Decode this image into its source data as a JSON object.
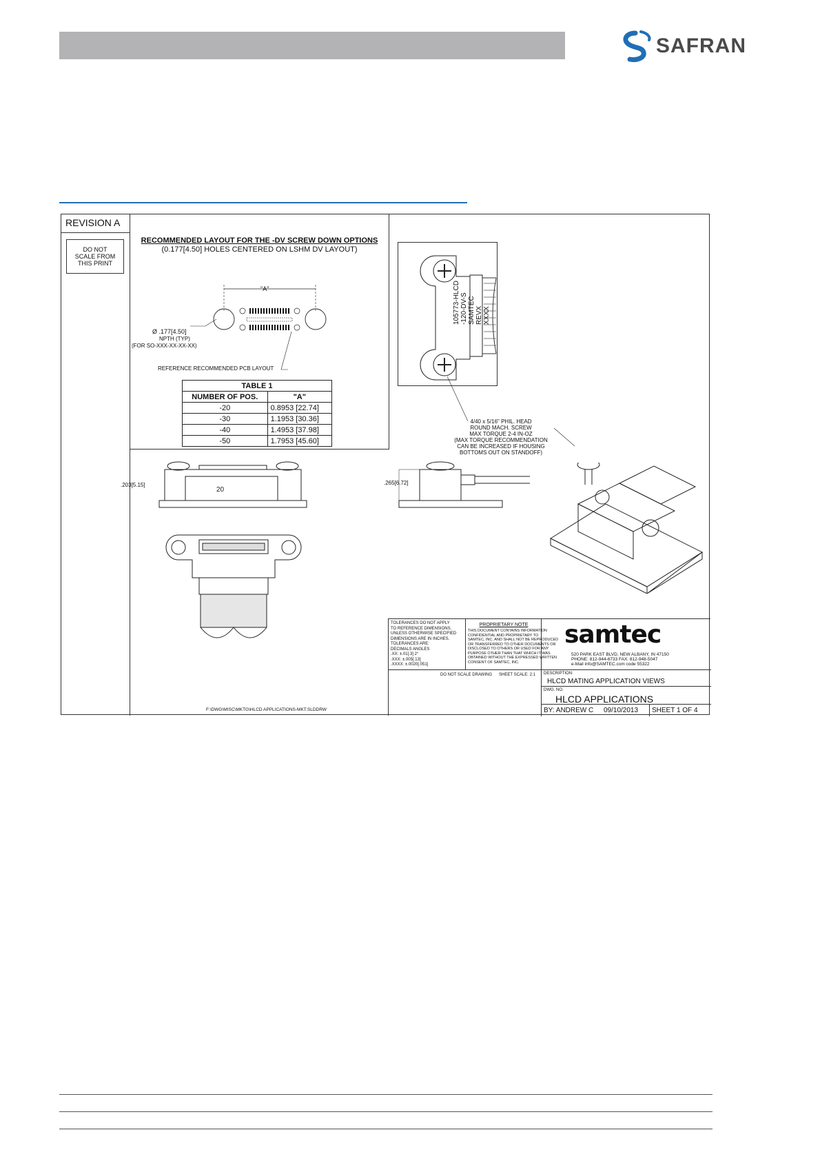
{
  "header": {
    "brand_name": "SAFRAN",
    "brand_color": "#1f6fb6",
    "bar_color": "#b3b3b5"
  },
  "drawing": {
    "revision": "REVISION A",
    "do_not_scale": "DO NOT\nSCALE FROM\nTHIS PRINT",
    "layout": {
      "title": "RECOMMENDED LAYOUT FOR THE -DV SCREW DOWN OPTIONS",
      "subtitle": "(0.177[4.50] HOLES CENTERED ON LSHM DV LAYOUT)",
      "dim_a": "\"A\"",
      "hole_label_1": "Ø .177[4.50]",
      "hole_label_2": "NPTH (TYP)",
      "hole_label_3": "(FOR SO-XXX-XX-XX-XX)",
      "pcb_label": "REFERENCE RECOMMENDED PCB LAYOUT"
    },
    "table1": {
      "title": "TABLE 1",
      "headers": [
        "NUMBER OF POS.",
        "\"A\""
      ],
      "rows": [
        [
          "-20",
          "0.8953 [22.74]"
        ],
        [
          "-30",
          "1.1953 [30.36]"
        ],
        [
          "-40",
          "1.4953 [37.98]"
        ],
        [
          "-50",
          "1.7953 [45.60]"
        ]
      ]
    },
    "part_marking": [
      "105773-HLCD",
      "-120-DV-S",
      "SAMTEC",
      "REVX",
      "XXXX"
    ],
    "screw_note": "4/40 x 5/16\" PHIL. HEAD\nROUND MACH. SCREW\nMAX TORQUE 2-4 IN-OZ\n(MAX TORQUE RECOMMENDATION\nCAN BE INCREASED IF HOUSING\nBOTTOMS OUT ON STANDOFF)",
    "dim_front": ".203[5.15]",
    "dim_side": ".265[6.72]",
    "file_path": "F:\\DWG\\MISC\\MKTG\\HLCD APPLICATIONS-MKT.SLDDRW",
    "title_block": {
      "tolerance": "TOLERANCES DO NOT APPLY\nTO REFERENCE DIMENSIONS.\nUNLESS OTHERWISE SPECIFIED\nDIMENSIONS ARE IN INCHES.\nTOLERANCES ARE:\nDECIMALS        ANGLES\n.XX: ±.01[.3]          2°\n.XXX: ±.005[.13]\n.XXXX: ±.0020[.051]",
      "proprietary_title": "PROPRIETARY NOTE",
      "proprietary_body": "THIS DOCUMENT CONTAINS INFORMATION\nCONFIDENTIAL AND PROPRIETARY TO\nSAMTEC, INC. AND SHALL NOT BE REPRODUCED\nOR TRANSFERRED TO OTHER DOCUMENTS OR\nDISCLOSED TO OTHERS OR USED FOR ANY\nPURPOSE OTHER THAN THAT WHICH IT WAS\nOBTAINED WITHOUT THE EXPRESSED WRITTEN\nCONSENT OF SAMTEC, INC.",
      "company": "samtec",
      "address": "520 PARK EAST BLVD, NEW ALBANY, IN 47150\nPHONE: 812-944-6733    FAX: 812-948-5047\ne-Mail  info@SAMTEC.com     code  55322",
      "do_not_scale": "DO NOT SCALE DRAWING",
      "sheet_scale": "SHEET SCALE: 2:1",
      "description_label": "DESCRIPTION:",
      "description": "HLCD MATING APPLICATION VIEWS",
      "dwg_no_label": "DWG. NO.",
      "dwg_no": "HLCD APPLICATIONS",
      "by": "BY: ANDREW C",
      "date": "09/10/2013",
      "sheet": "SHEET 1 OF 4"
    }
  }
}
